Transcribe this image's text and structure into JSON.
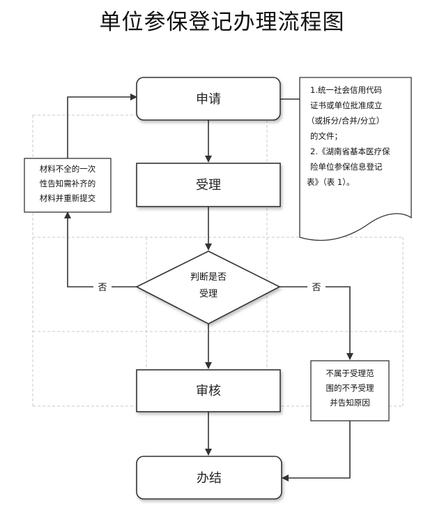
{
  "title": "单位参保登记办理流程图",
  "nodes": {
    "apply": "申请",
    "accept": "受理",
    "decision_line1": "判断是否",
    "decision_line2": "受理",
    "review": "审核",
    "finish": "办结"
  },
  "labels": {
    "no_left": "否",
    "no_right": "否"
  },
  "notes": {
    "docs": [
      "1.统一社会信用代码",
      "证书或单位批准成立",
      "（或拆分/合并/分立）",
      "的文件；",
      "2.《湖南省基本医疗保",
      "险单位参保信息登记",
      "表》（表 1）。"
    ],
    "incomplete": [
      "材料不全的一次",
      "性告知需补齐的",
      "材料并重新提交"
    ],
    "reject": [
      "不属于受理范",
      "围的不予受理",
      "并告知原因"
    ]
  }
}
